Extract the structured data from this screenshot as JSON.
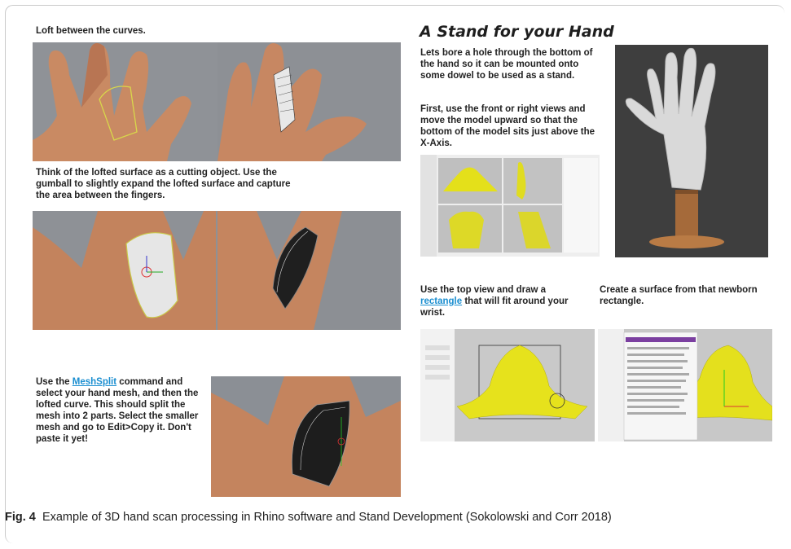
{
  "left": {
    "loft_text": "Loft between the curves.",
    "cutting_text": "Think of the lofted surface as a cutting object. Use the gumball to slightly expand the lofted surface and capture the area between the fingers.",
    "meshsplit_pre": "Use the ",
    "meshsplit_link": "MeshSplit",
    "meshsplit_post": " command and select your hand mesh, and then the lofted curve. This should split the mesh into 2 parts. Select the smaller mesh and go to Edit>Copy it. Don't paste it yet!"
  },
  "right": {
    "heading": "A Stand for your Hand",
    "bore_text": "Lets bore a hole through the bottom of the hand so it can be mounted onto some dowel to be used as a stand.",
    "front_text": "First, use the front or right views and move the model upward so that the bottom of the model sits just above the X-Axis.",
    "top_pre": "Use the top view and draw a ",
    "top_link": "rectangle",
    "top_post": " that will fit around your wrist.",
    "surface_text": "Create a surface from that newborn rectangle."
  },
  "caption": {
    "label": "Fig. 4",
    "text": "Example of 3D hand scan processing in Rhino software and Stand Development (Sokolowski and Corr 2018)"
  }
}
